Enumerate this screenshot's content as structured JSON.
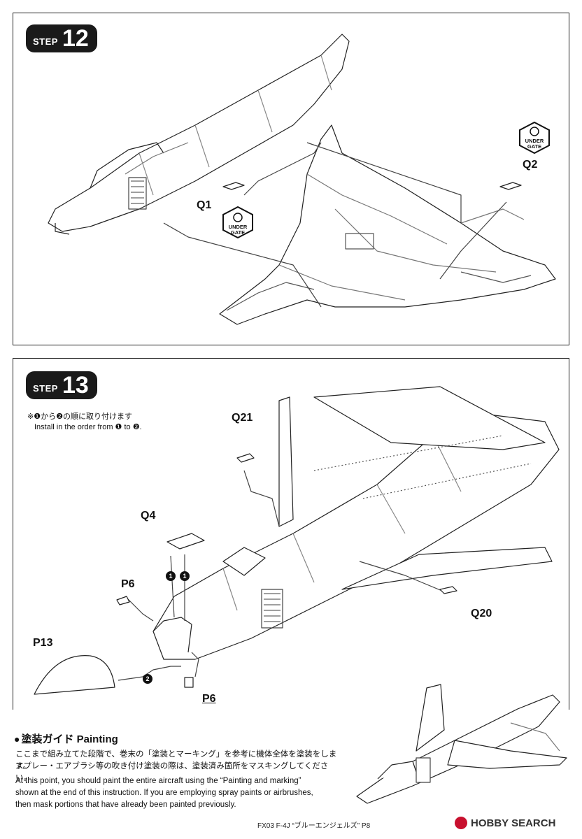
{
  "step12": {
    "word": "STEP",
    "number": "12",
    "labels": {
      "q1": "Q1",
      "q2": "Q2"
    },
    "gate_text": [
      "UNDER",
      "GATE"
    ]
  },
  "step13": {
    "word": "STEP",
    "number": "13",
    "note_jp": "※❶から❷の順に取り付けます",
    "note_en": "Install in the order from ❶ to ❷.",
    "labels": {
      "q21": "Q21",
      "q4": "Q4",
      "p6_top": "P6",
      "p13": "P13",
      "p6_bottom": "P6",
      "q20": "Q20"
    },
    "order_marks": [
      "1",
      "1",
      "2"
    ]
  },
  "painting": {
    "bullet": "●",
    "title": "塗装ガイド Painting",
    "jp_line1": "ここまで組み立てた段階で、巻末の「塗装とマーキング」を参考に機体全体を塗装をします。",
    "jp_line2": "スプレー・エアブラシ等の吹き付け塗装の際は、塗装済み箇所をマスキングしてください。",
    "en_line1": "At this point, you should paint the entire aircraft using the “Painting and marking”",
    "en_line2": "shown at the end of this instruction. If you are employing spray paints or airbrushes,",
    "en_line3": "then mask portions that have already been painted previously."
  },
  "footer": {
    "code": "FX03 F-4J “ブルーエンジェルズ” P8",
    "logo": "HOBBY SEARCH"
  }
}
